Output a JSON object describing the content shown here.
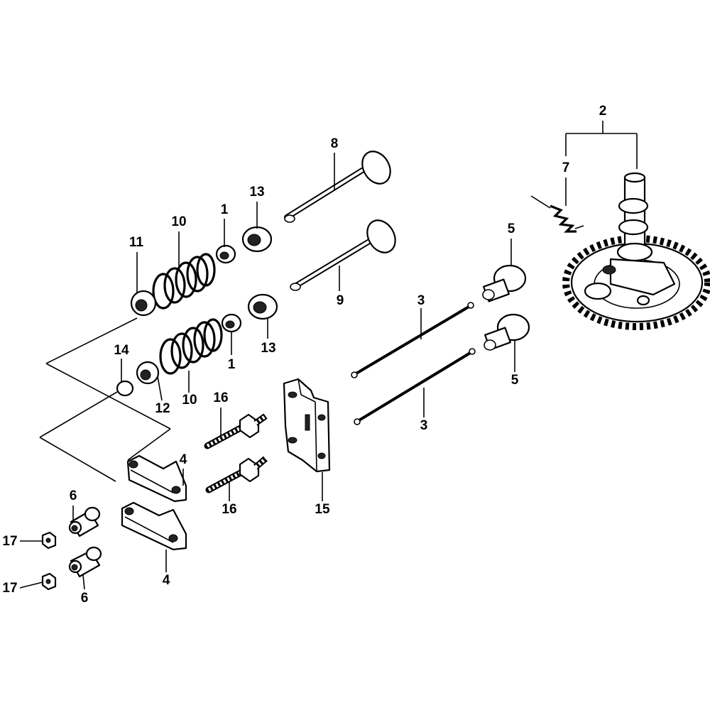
{
  "diagram": {
    "callouts": {
      "c1a": "1",
      "c1b": "1",
      "c2": "2",
      "c3a": "3",
      "c3b": "3",
      "c4a": "4",
      "c4b": "4",
      "c5a": "5",
      "c5b": "5",
      "c6a": "6",
      "c6b": "6",
      "c7": "7",
      "c8": "8",
      "c9": "9",
      "c10a": "10",
      "c10b": "10",
      "c11": "11",
      "c12": "12",
      "c13a": "13",
      "c13b": "13",
      "c14": "14",
      "c15": "15",
      "c16a": "16",
      "c16b": "16",
      "c17a": "17",
      "c17b": "17"
    }
  }
}
